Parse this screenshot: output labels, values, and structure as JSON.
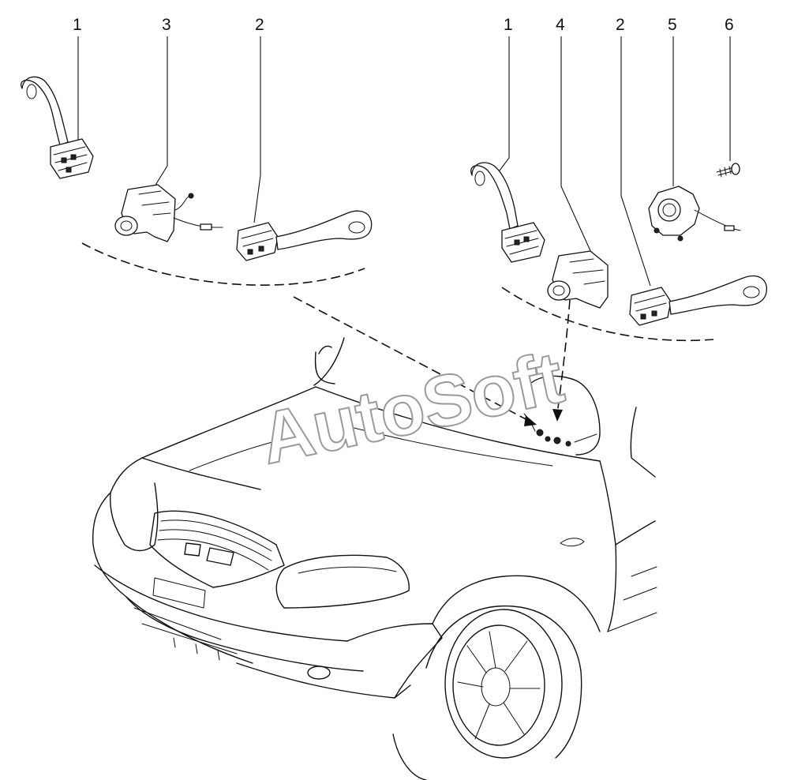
{
  "diagram": {
    "watermark": "AutoSoft",
    "callouts_left": [
      {
        "id": "callout-left-1",
        "label": "1"
      },
      {
        "id": "callout-left-3",
        "label": "3"
      },
      {
        "id": "callout-left-2",
        "label": "2"
      }
    ],
    "callouts_right": [
      {
        "id": "callout-right-1",
        "label": "1"
      },
      {
        "id": "callout-right-4",
        "label": "4"
      },
      {
        "id": "callout-right-2",
        "label": "2"
      },
      {
        "id": "callout-right-5",
        "label": "5"
      },
      {
        "id": "callout-right-6",
        "label": "6"
      }
    ]
  }
}
